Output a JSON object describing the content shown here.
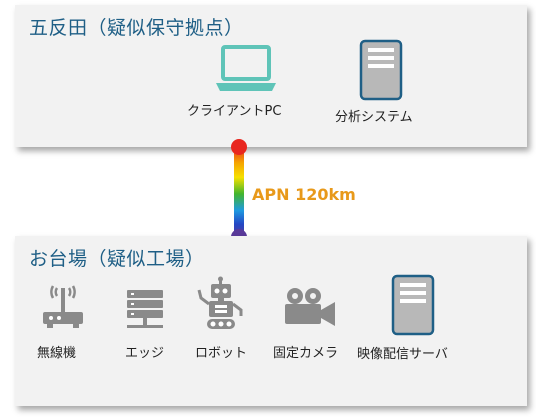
{
  "top_site": {
    "title": "五反田（疑似保守拠点）",
    "items": [
      {
        "label": "クライアントPC",
        "icon": "laptop-icon"
      },
      {
        "label": "分析システム",
        "icon": "server-icon"
      }
    ]
  },
  "link": {
    "label": "APN 120km"
  },
  "bottom_site": {
    "title": "お台場（疑似工場）",
    "items": [
      {
        "label": "無線機",
        "icon": "router-icon"
      },
      {
        "label": "エッジ",
        "icon": "edge-server-icon"
      },
      {
        "label": "ロボット",
        "icon": "robot-icon"
      },
      {
        "label": "固定カメラ",
        "icon": "camera-icon"
      },
      {
        "label": "映像配信サーバ",
        "icon": "server-icon"
      }
    ]
  },
  "colors": {
    "title": "#1f5f86",
    "laptop": "#5fc4b8",
    "device": "#8a8a8a",
    "server_border": "#1f5f86",
    "link_label": "#e8991a"
  }
}
